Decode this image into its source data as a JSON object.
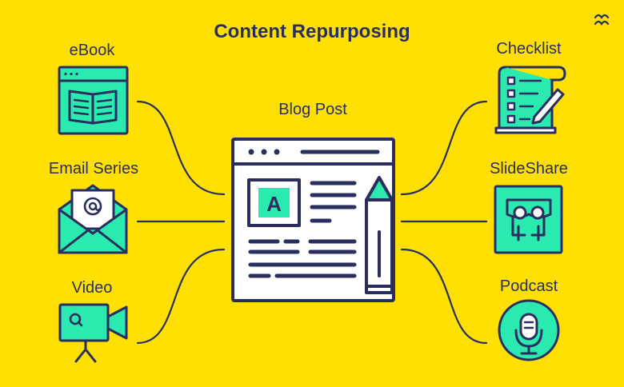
{
  "title": "Content Repurposing",
  "center": {
    "label": "Blog Post",
    "icon": "blog-post-icon"
  },
  "left_items": [
    {
      "label": "eBook",
      "icon": "ebook-icon"
    },
    {
      "label": "Email Series",
      "icon": "email-icon"
    },
    {
      "label": "Video",
      "icon": "video-camera-icon"
    }
  ],
  "right_items": [
    {
      "label": "Checklist",
      "icon": "checklist-icon"
    },
    {
      "label": "SlideShare",
      "icon": "slideshare-icon"
    },
    {
      "label": "Podcast",
      "icon": "microphone-icon"
    }
  ],
  "colors": {
    "background": "#FFE000",
    "ink": "#2A2E5E",
    "accent": "#2BEAB0",
    "paper": "#FFFFFF"
  }
}
